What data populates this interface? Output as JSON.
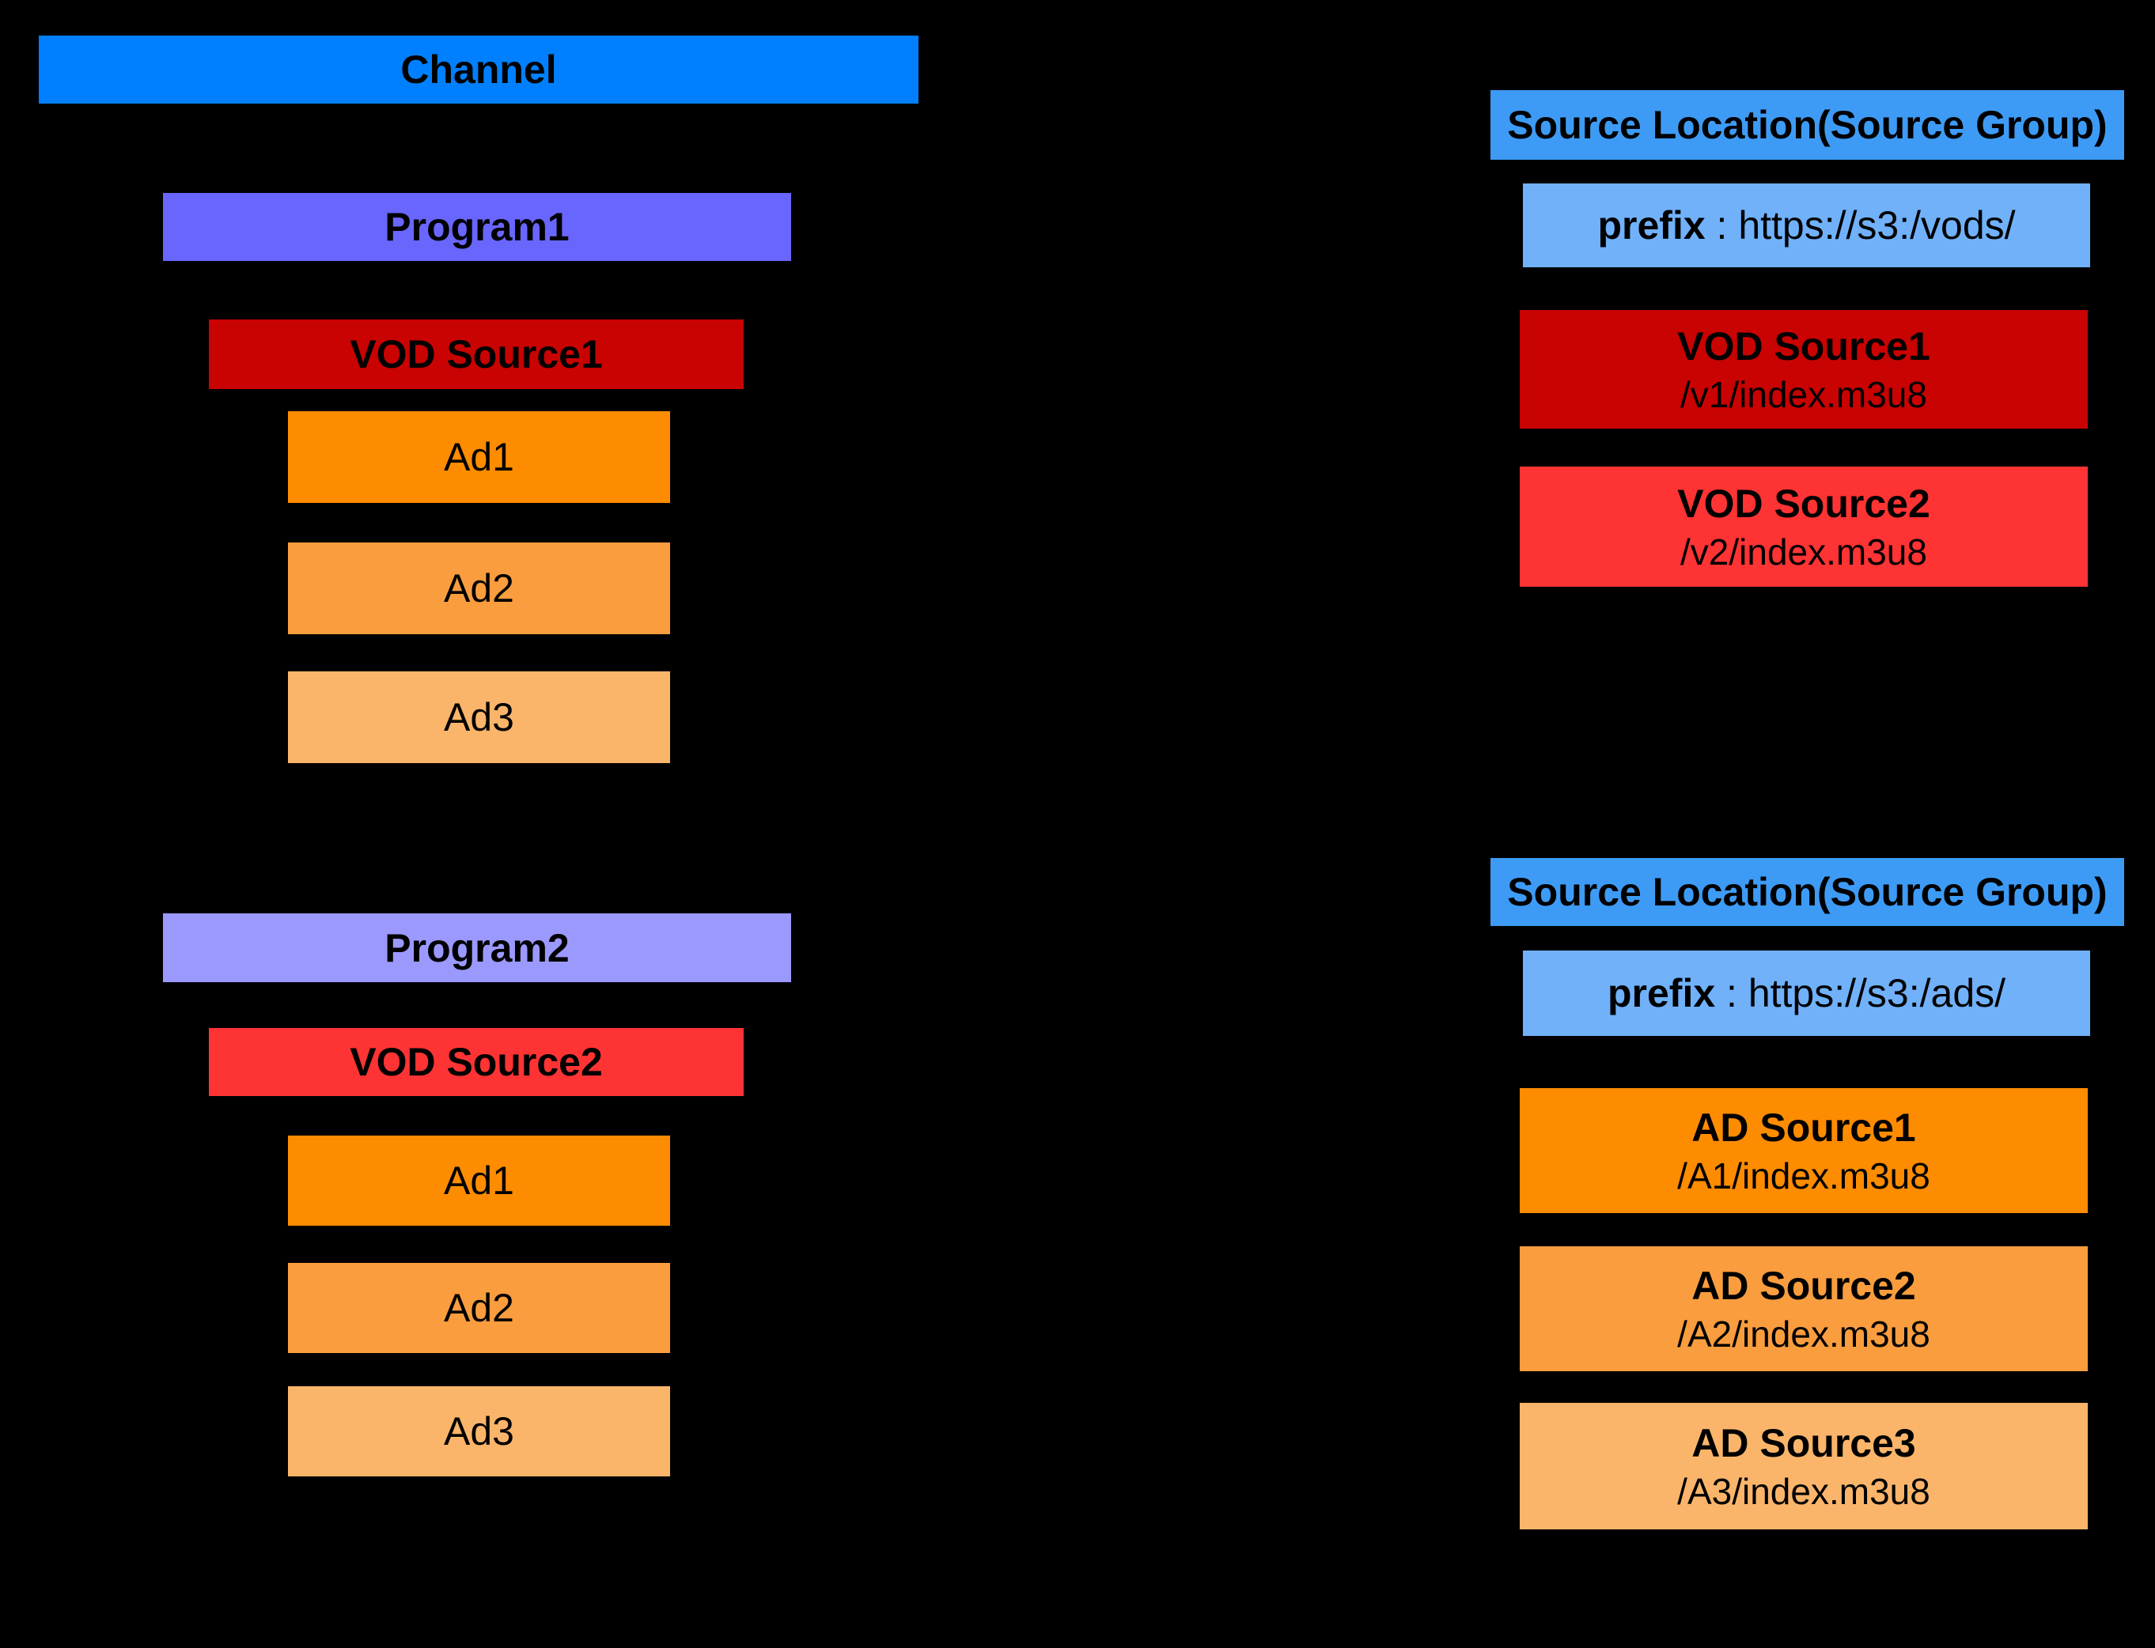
{
  "colors": {
    "channel": "#0080FF",
    "header_blue": "#3D9BF5",
    "prefix_blue": "#70B1FA",
    "program1": "#6966FD",
    "program2": "#9B99FD",
    "vod_dark": "#C90202",
    "vod_bright": "#FE3333",
    "ad1": "#FE8C01",
    "ad2": "#FA9D3E",
    "ad3": "#FAB56B"
  },
  "left": {
    "channel_label": "Channel",
    "program1": {
      "label": "Program1",
      "vod": "VOD Source1",
      "ads": [
        "Ad1",
        "Ad2",
        "Ad3"
      ]
    },
    "program2": {
      "label": "Program2",
      "vod": "VOD Source2",
      "ads": [
        "Ad1",
        "Ad2",
        "Ad3"
      ]
    }
  },
  "right": {
    "vod_group": {
      "header": "Source Location(Source Group)",
      "prefix_label": "prefix",
      "prefix_sep": " : ",
      "prefix_value": "https://s3:/vods/",
      "sources": [
        {
          "name": "VOD Source1",
          "path": "/v1/index.m3u8"
        },
        {
          "name": "VOD Source2",
          "path": "/v2/index.m3u8"
        }
      ]
    },
    "ad_group": {
      "header": "Source Location(Source Group)",
      "prefix_label": "prefix",
      "prefix_sep": " : ",
      "prefix_value": "https://s3:/ads/",
      "sources": [
        {
          "name": "AD Source1",
          "path": "/A1/index.m3u8"
        },
        {
          "name": "AD Source2",
          "path": "/A2/index.m3u8"
        },
        {
          "name": "AD Source3",
          "path": "/A3/index.m3u8"
        }
      ]
    }
  }
}
